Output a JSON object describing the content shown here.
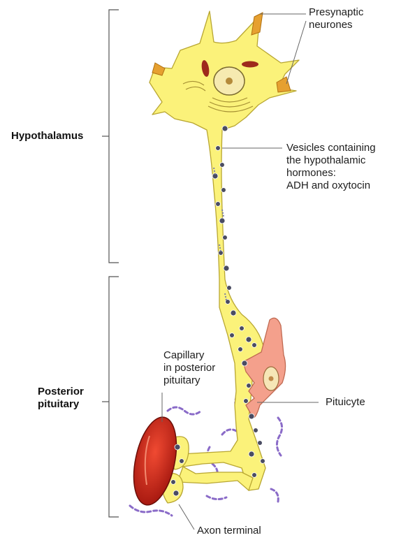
{
  "labels": {
    "hypothalamus": "Hypothalamus",
    "posterior_pituitary": [
      "Posterior",
      "pituitary"
    ],
    "presynaptic": [
      "Presynaptic",
      "neurones"
    ],
    "vesicles": [
      "Vesicles containing",
      "the hypothalamic",
      "hormones:",
      "ADH and oxytocin"
    ],
    "capillary": [
      "Capillary",
      "in posterior",
      "pituitary"
    ],
    "pituicyte": "Pituicyte",
    "axon_terminal": "Axon terminal"
  },
  "colors": {
    "neuron_fill": "#fbf27a",
    "neuron_stroke": "#b8a632",
    "pituicyte_fill": "#f4a08c",
    "capillary_fill": "#d42a1c",
    "mitochondria": "#9e2a1c",
    "vesicle": "#4a4c62",
    "glia_wave": "#8a6bc8",
    "presynaptic_terminal": "#e6a030"
  }
}
